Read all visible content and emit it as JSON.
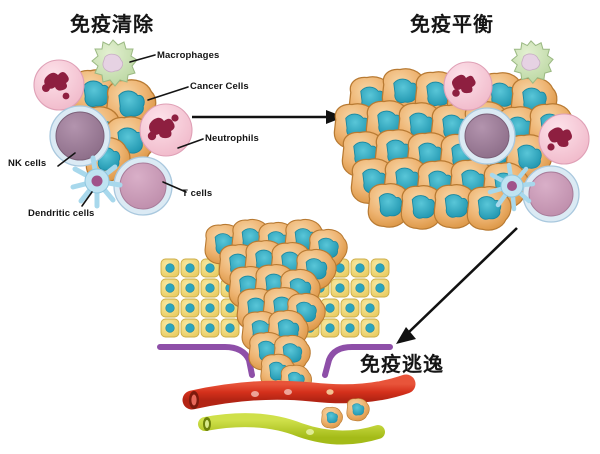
{
  "diagram": {
    "subject": "cancer-immunoediting",
    "background_color": "#ffffff"
  },
  "stages": [
    {
      "id": "elimination",
      "title": "免疫清除"
    },
    {
      "id": "equilibrium",
      "title": "免疫平衡"
    },
    {
      "id": "escape",
      "title": "免疫逃逸"
    }
  ],
  "cell_labels": [
    {
      "id": "macrophages",
      "text": "Macrophages"
    },
    {
      "id": "cancer-cells",
      "text": "Cancer Cells"
    },
    {
      "id": "neutrophils",
      "text": "Neutrophils"
    },
    {
      "id": "nk-cells",
      "text": "NK cells"
    },
    {
      "id": "t-cells",
      "text": "T cells"
    },
    {
      "id": "dendritic-cells",
      "text": "Dendritic cells"
    }
  ],
  "colors": {
    "cancer_cell_body": "#e8a85c",
    "cancer_cell_body_light": "#f2c181",
    "cancer_cell_nucleus": "#2aa5bf",
    "macrophage_body": "#cfe3b4",
    "macrophage_nucleus": "#e3cfe0",
    "neutrophil_body": "#f6c9d6",
    "neutrophil_nucleus": "#8e1f40",
    "nk_cell_body": "#9b7b96",
    "nk_cell_rim": "#cfe0ee",
    "t_cell_body": "#c79bb5",
    "t_cell_rim": "#cfe0ee",
    "dendritic_body": "#a8d8ec",
    "dendritic_nucleus": "#a0538a",
    "epithelium_body": "#f0d878",
    "epithelium_nucleus": "#2aa5bf",
    "basement_membrane": "#8e4fa8",
    "blood_vessel": "#d93b24",
    "lymph_vessel": "#b5cc2a",
    "arrow": "#111111",
    "title_text": "#151515",
    "label_text": "#141414"
  },
  "arrows": [
    {
      "id": "elimination-to-equilibrium",
      "direction": "right"
    },
    {
      "id": "equilibrium-to-escape",
      "direction": "down-left"
    }
  ],
  "escape_panel": {
    "epithelium_rows": 4,
    "vessels": [
      {
        "id": "blood-vessel",
        "type": "artery"
      },
      {
        "id": "lymphatic-vessel",
        "type": "lymphatic"
      }
    ]
  }
}
